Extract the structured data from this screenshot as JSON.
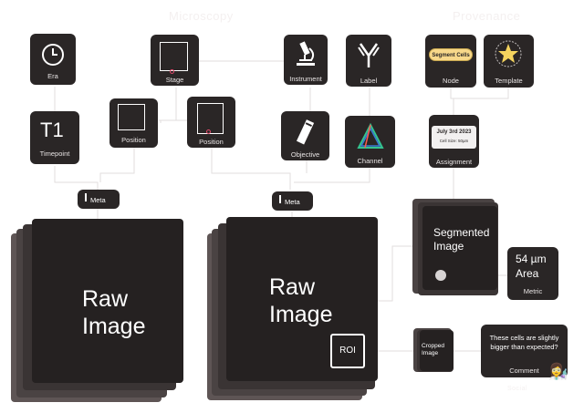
{
  "sections": {
    "microscopy": "Microscopy",
    "provenance": "Provenance",
    "social": "Social"
  },
  "tiles": {
    "era": "Era",
    "timepoint": {
      "big": "T1",
      "label": "Timepoint"
    },
    "stage": "Stage",
    "position_1": "Position",
    "position_2": "Position",
    "instrument": "Instrument",
    "objective": "Objective",
    "label": "Label",
    "channel": "Channel",
    "node": {
      "pill": "Segment Cells",
      "label": "Node"
    },
    "template": {
      "badge": "Template",
      "label": "Template"
    },
    "assignment": {
      "date": "July 3rd 2023",
      "cell_size": "Cell Size: 50µm",
      "label": "Assignment"
    },
    "meta_1": "Meta",
    "meta_2": "Meta",
    "raw_image_1": "Raw Image",
    "raw_image_2": "Raw Image",
    "roi": "ROI",
    "segmented_image": "Segmented Image",
    "metric": {
      "value": "54 µm",
      "name": "Area",
      "label": "Metric"
    },
    "cropped_image": "Cropped Image",
    "comment": {
      "text": "These cells are slightly bigger than expected?",
      "label": "Comment"
    }
  },
  "colors": {
    "tile": "#2a2626",
    "stack_back": "#6e6565",
    "stack_mid": "#4a4343",
    "connector": "#e2dede",
    "pill": "#f8d88a",
    "star": "#f4d35e",
    "channel_triangle": [
      "#ff5a4e",
      "#34c38f",
      "#3a7bd5"
    ],
    "roi_border": "#ffffff"
  },
  "icons": [
    "clock-icon",
    "microscope-icon",
    "antibody-icon",
    "objective-lens-icon",
    "prism-icon",
    "star-icon",
    "scientist-emoji-icon"
  ]
}
